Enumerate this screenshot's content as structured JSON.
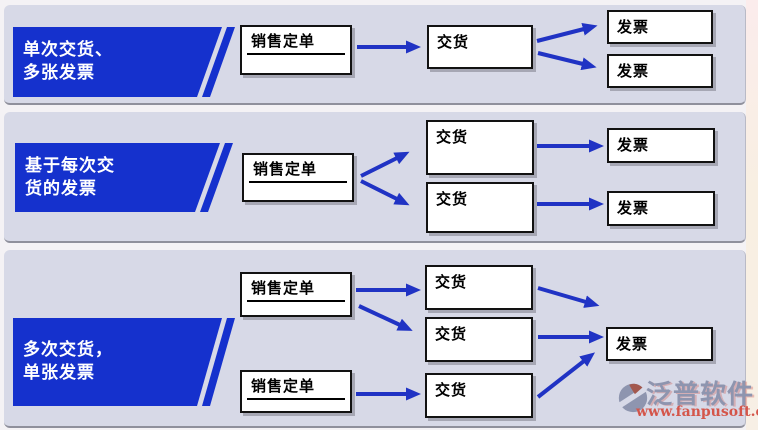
{
  "colors": {
    "banner_blue": "#1531cd",
    "arrow_blue": "#2033c4",
    "panel_background": "#d7d9e7",
    "page_background": "#f4f2f5",
    "side_strip_cream": "#f8efe4",
    "box_border": "#121212",
    "watermark_gray_blue": "#8e95af",
    "watermark_red": "#d4554a"
  },
  "sections": [
    {
      "banner_line1": "单次交货、",
      "banner_line2": "多张发票",
      "order_labels": [
        "销售定单"
      ],
      "delivery_labels": [
        "交货"
      ],
      "invoice_labels": [
        "发票",
        "发票"
      ]
    },
    {
      "banner_line1": "基于每次交",
      "banner_line2": "货的发票",
      "order_labels": [
        "销售定单"
      ],
      "delivery_labels": [
        "交货",
        "交货"
      ],
      "invoice_labels": [
        "发票",
        "发票"
      ]
    },
    {
      "banner_line1": "多次交货，",
      "banner_line2": "单张发票",
      "order_labels": [
        "销售定单",
        "销售定单"
      ],
      "delivery_labels": [
        "交货",
        "交货",
        "交货"
      ],
      "invoice_labels": [
        "发票"
      ]
    }
  ],
  "watermark": {
    "brand": "泛普软件",
    "url": "www.fanpusoft.com"
  }
}
